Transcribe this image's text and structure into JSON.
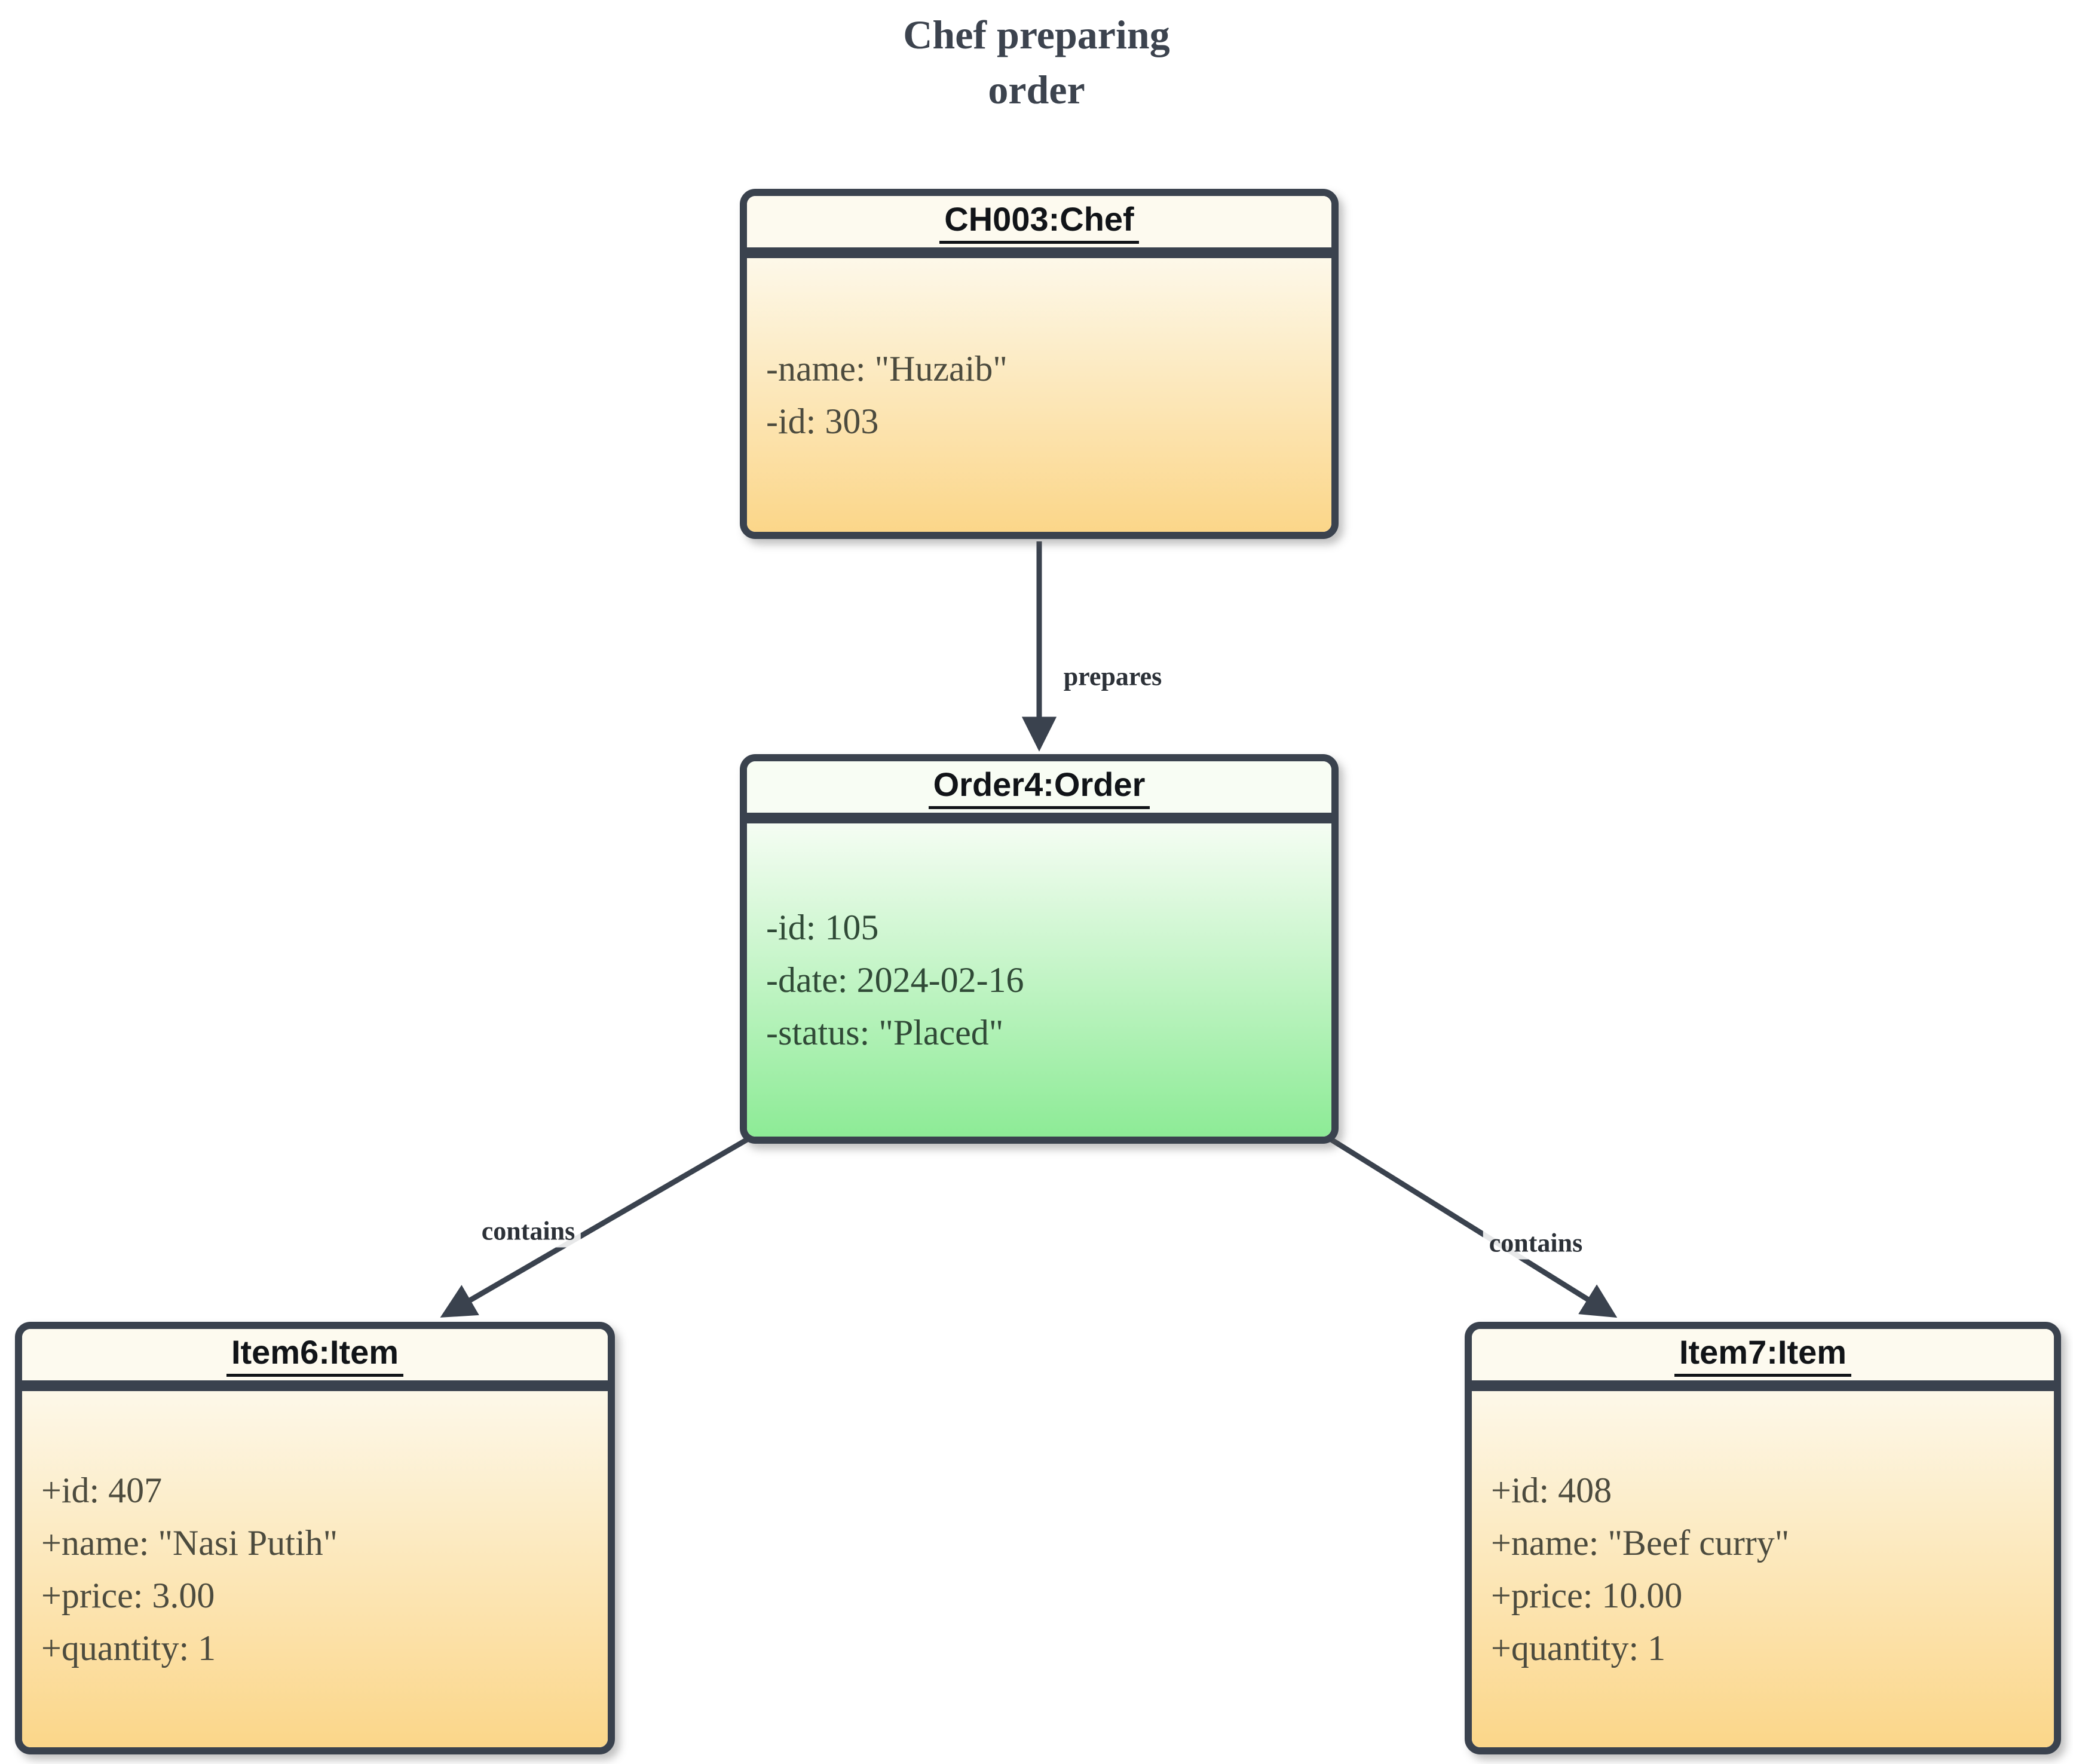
{
  "title": {
    "line1": "Chef preparing",
    "line2": "order"
  },
  "nodes": [
    {
      "id": "chef",
      "header": "CH003:Chef",
      "variant": "orange",
      "attributes": [
        "-name: \"Huzaib\"",
        "-id: 303"
      ]
    },
    {
      "id": "order",
      "header": "Order4:Order",
      "variant": "green",
      "attributes": [
        "-id: 105",
        "-date: 2024-02-16",
        "-status: \"Placed\""
      ]
    },
    {
      "id": "item6",
      "header": "Item6:Item",
      "variant": "orange",
      "attributes": [
        "+id: 407",
        "+name: \"Nasi Putih\"",
        "+price: 3.00",
        "+quantity: 1"
      ]
    },
    {
      "id": "item7",
      "header": "Item7:Item",
      "variant": "orange",
      "attributes": [
        "+id: 408",
        "+name: \"Beef curry\"",
        "+price: 10.00",
        "+quantity: 1"
      ]
    }
  ],
  "edges": [
    {
      "from": "CH003:Chef",
      "to": "Order4:Order",
      "label": "prepares"
    },
    {
      "from": "Order4:Order",
      "to": "Item6:Item",
      "label": "contains"
    },
    {
      "from": "Order4:Order",
      "to": "Item7:Item",
      "label": "contains"
    }
  ],
  "colors": {
    "border": "#3a424e",
    "orange_body_top": "#fdf8e9",
    "orange_body_bottom": "#fbd689",
    "green_body_top": "#f5fdf3",
    "green_body_bottom": "#8deb96",
    "orange_header_bg": "#fdfaef",
    "green_header_bg": "#f8fdf4",
    "title_text": "#3c434e",
    "attr_text_orange": "#4c4b3e",
    "attr_text_green": "#304a37"
  }
}
